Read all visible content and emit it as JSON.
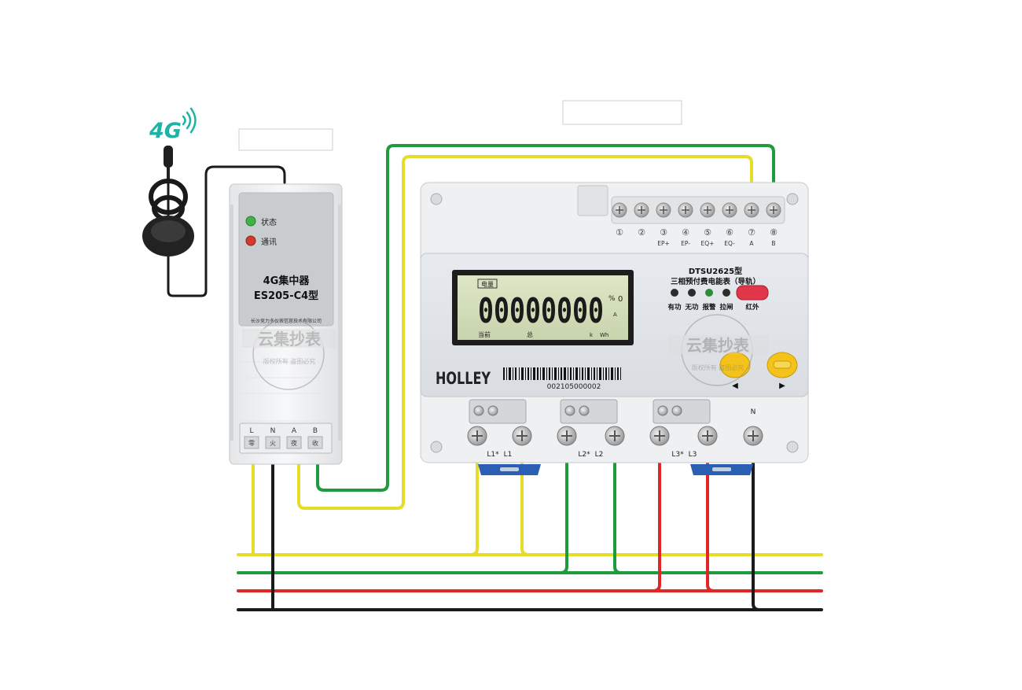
{
  "antenna": {
    "label": "4G"
  },
  "concentrator": {
    "led_status_label": "状态",
    "led_comm_label": "通讯",
    "title": "4G集中器",
    "model": "ES205-C4型",
    "maker": "长沙竞力多仪表信息技术有限公司",
    "terminals": [
      "L",
      "N",
      "A",
      "B"
    ],
    "terminal_chars": [
      "零",
      "火",
      "夜",
      "收"
    ]
  },
  "meter": {
    "terminal_numbers": [
      "①",
      "②",
      "③",
      "④",
      "⑤",
      "⑥",
      "⑦",
      "⑧"
    ],
    "terminal_names": [
      "EP+",
      "EP-",
      "EQ+",
      "EQ-",
      "A",
      "B"
    ],
    "model": "DTSU2625型",
    "description": "三相预付费电能表（导轨）",
    "indicator_labels": [
      "有功",
      "无功",
      "报警",
      "拉闸"
    ],
    "infrared_label": "红外",
    "lcd": {
      "tag": "电量",
      "reading": "00000000",
      "unit_percent": "%",
      "unit_zero": "0",
      "unit_a": "A",
      "bottom_left": "当前",
      "bottom_mid": "总",
      "bottom_k": "k",
      "bottom_wh": "Wh"
    },
    "brand": "HOLLEY",
    "serial": "002105000002",
    "button_left_arrow": "◀",
    "button_right_arrow": "▶",
    "line_labels": [
      "L1*",
      "L1",
      "L2*",
      "L2",
      "L3*",
      "L3"
    ],
    "neutral_label": "N"
  },
  "watermark": {
    "main": "云集抄表",
    "sub": "版权所有 盗图必究"
  },
  "wire_colors": {
    "yellow": "#e6dc2a",
    "green": "#1f9a3c",
    "red": "#e02626",
    "black": "#1a1a1a"
  }
}
